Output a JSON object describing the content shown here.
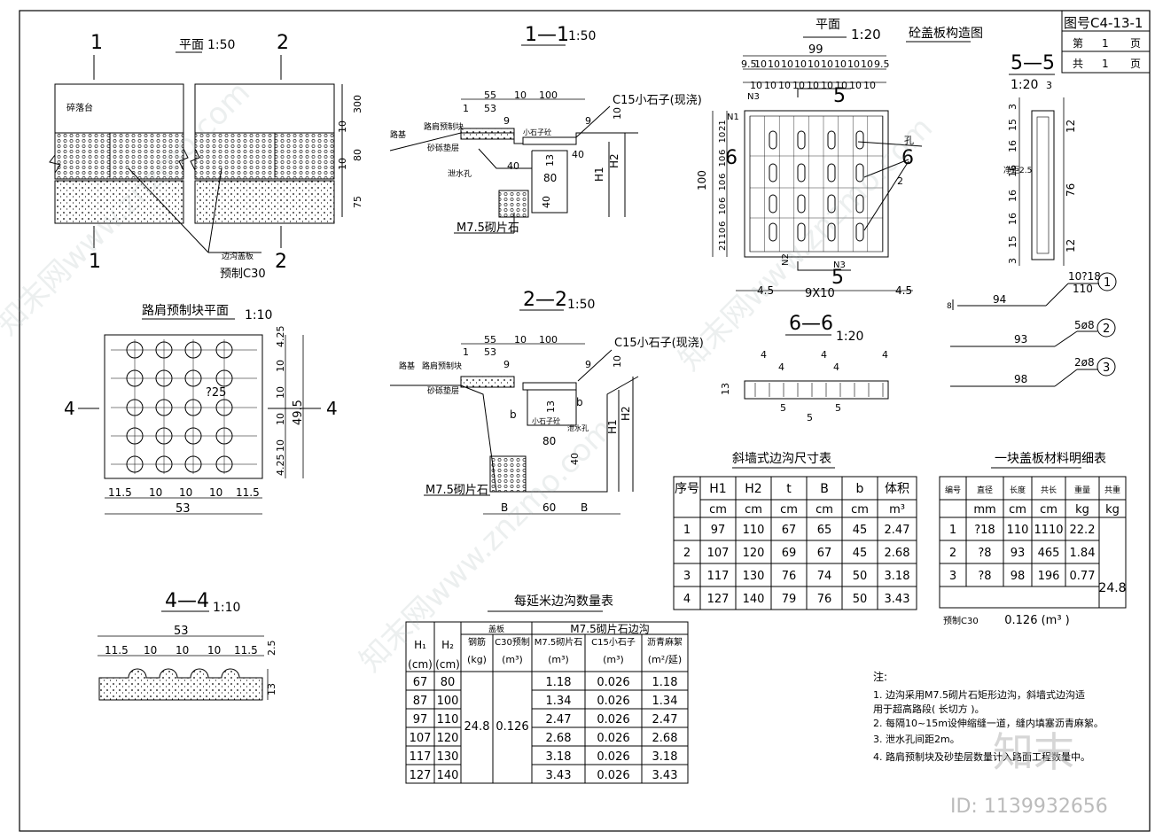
{
  "title_block": {
    "drawing_no": "图号C4-13-1",
    "sheet_label": "第",
    "sheet_value": "1",
    "sheet_unit": "页",
    "total_label": "共",
    "total_value": "1",
    "total_unit": "页"
  },
  "plan": {
    "title": "平面",
    "scale": "1:50",
    "cut1": "1",
    "cut2": "2",
    "label_platform": "碎落台",
    "label_cover": "边沟盖板",
    "label_precast": "预制C30",
    "dims": [
      "300",
      "10",
      "80",
      "10",
      "75"
    ]
  },
  "sec11": {
    "title": "1—1",
    "scale": "1:50",
    "label_c15": "C15小石子(现浇)",
    "label_curb": "路肩预制块",
    "label_sand": "砂砾垫层",
    "label_road": "路基",
    "label_small": "小石子砼",
    "label_drain": "泄水孔",
    "label_m75": "M7.5砌片石",
    "label_h1": "H1",
    "label_h2": "H2",
    "dims": [
      "55",
      "10",
      "100",
      "1",
      "53",
      "10",
      "9",
      "1",
      "1",
      "9",
      "40",
      "13",
      "80",
      "40",
      "40"
    ]
  },
  "sec22": {
    "title": "2—2",
    "scale": "1:50",
    "label_c15": "C15小石子(现浇)",
    "label_curb": "路肩预制块",
    "label_sand": "砂砾垫层",
    "label_road": "路基",
    "label_small": "小石子砼",
    "label_drain": "泄水孔",
    "label_m75": "M7.5砌片石",
    "label_h1": "H1",
    "label_h2": "H2",
    "dims": [
      "55",
      "10",
      "100",
      "1",
      "53",
      "10",
      "9",
      "1",
      "1",
      "9",
      "13",
      "b",
      "b",
      "80",
      "40",
      "B",
      "60",
      "B"
    ]
  },
  "curb_plan": {
    "title": "路肩预制块平面",
    "scale": "1:10",
    "label_hole": "?25",
    "cut": "4",
    "dims_h": [
      "11.5",
      "10",
      "10",
      "10",
      "11.5",
      "53"
    ],
    "dims_v": [
      "4.25",
      "10",
      "10",
      "10",
      "10",
      "4.25",
      "49.5"
    ]
  },
  "sec44": {
    "title": "4—4",
    "scale": "1:10",
    "dims": [
      "53",
      "11.5",
      "10",
      "10",
      "10",
      "11.5",
      "2.5",
      "13"
    ]
  },
  "slab_plan": {
    "title": "平面",
    "scale": "1:20",
    "heading": "砼盖板构造图",
    "n1": "N1",
    "n2": "N2",
    "n3": "N3",
    "cut5": "5",
    "cut6": "6",
    "label_hole": "孔",
    "dims_top": [
      "99",
      "9.5",
      "10",
      "10",
      "10",
      "10",
      "10",
      "10",
      "10",
      "10",
      "10",
      "9.5",
      "10",
      "10",
      "10",
      "10",
      "10",
      "10",
      "10",
      "10",
      "10"
    ],
    "dims_left": [
      "100",
      "21",
      "10",
      "6",
      "10",
      "6",
      "10",
      "6",
      "10",
      "6",
      "10",
      "21"
    ],
    "dims_bottom": [
      "4.5",
      "9X10",
      "4.5"
    ],
    "mark2": "2"
  },
  "sec55": {
    "title": "5—5",
    "scale": "1:20",
    "small": "3",
    "label_slab": "净距2.5",
    "dims_left": [
      "3",
      "15",
      "16",
      "16",
      "16",
      "16",
      "15",
      "3"
    ],
    "dims_right": [
      "12",
      "76",
      "12"
    ]
  },
  "sec66": {
    "title": "6—6",
    "scale": "1:20",
    "dims": [
      "4",
      "4",
      "4",
      "4",
      "4",
      "5",
      "5",
      "5",
      "13"
    ]
  },
  "rebar": [
    {
      "no": "1",
      "label": "10?18",
      "len": "110",
      "dim": "94",
      "end": "8"
    },
    {
      "no": "2",
      "label": "5ø8",
      "dim": "93"
    },
    {
      "no": "3",
      "label": "2ø8",
      "dim": "98"
    }
  ],
  "table_ditch": {
    "title": "斜墙式边沟尺寸表",
    "header": [
      "序号",
      "H1",
      "H2",
      "t",
      "B",
      "b",
      "体积"
    ],
    "units": [
      "",
      "cm",
      "cm",
      "cm",
      "cm",
      "cm",
      "m³"
    ],
    "rows": [
      [
        "1",
        "97",
        "110",
        "67",
        "65",
        "45",
        "2.47"
      ],
      [
        "2",
        "107",
        "120",
        "69",
        "67",
        "45",
        "2.68"
      ],
      [
        "3",
        "117",
        "130",
        "76",
        "74",
        "50",
        "3.18"
      ],
      [
        "4",
        "127",
        "140",
        "79",
        "76",
        "50",
        "3.43"
      ]
    ]
  },
  "table_slab": {
    "title": "一块盖板材料明细表",
    "header": [
      "编号",
      "直径",
      "长度",
      "共长",
      "重量",
      "共重"
    ],
    "units": [
      "",
      "mm",
      "cm",
      "cm",
      "kg",
      "kg"
    ],
    "rows": [
      [
        "1",
        "?18",
        "110",
        "1110",
        "22.2"
      ],
      [
        "2",
        "?8",
        "93",
        "465",
        "1.84"
      ],
      [
        "3",
        "?8",
        "98",
        "196",
        "0.77"
      ]
    ],
    "total": "24.8",
    "concrete_label": "预制C30",
    "concrete_value": "0.126 (m³ )"
  },
  "table_qty": {
    "title": "每延米边沟数量表",
    "h1": "H₁",
    "h2": "H₂",
    "unit1": "(cm)",
    "unit2": "(cm)",
    "group1": "盖板",
    "group2": "M7.5砌片石边沟",
    "sub": [
      "钢筋",
      "C30预制",
      "M7.5砌片石",
      "C15小石子",
      "沥青麻絮"
    ],
    "subunits": [
      "(kg)",
      "(m³)",
      "(m³)",
      "(m³)",
      "(m²/延)"
    ],
    "rows": [
      [
        "67",
        "80",
        "1.18",
        "0.026",
        "1.18"
      ],
      [
        "87",
        "100",
        "1.34",
        "0.026",
        "1.34"
      ],
      [
        "97",
        "110",
        "2.47",
        "0.026",
        "2.47"
      ],
      [
        "107",
        "120",
        "2.68",
        "0.026",
        "2.68"
      ],
      [
        "117",
        "130",
        "3.18",
        "0.026",
        "3.18"
      ],
      [
        "127",
        "140",
        "3.43",
        "0.026",
        "3.43"
      ]
    ],
    "steel": "24.8",
    "c30": "0.126"
  },
  "notes": {
    "title": "注:",
    "items": [
      "1. 边沟采用M7.5砌片石矩形边沟，斜墙式边沟适",
      "   用于超高路段( 长切方 )。",
      "2. 每隔10~15m设伸缩缝一道，缝内填塞沥青麻絮。",
      "3. 泄水孔间距2m。",
      "4. 路肩预制块及砂垫层数量计入路面工程数量中。"
    ]
  },
  "watermark": {
    "site": "知末网www.znzmo.com",
    "logo": "知末",
    "id": "ID: 1139932656"
  }
}
